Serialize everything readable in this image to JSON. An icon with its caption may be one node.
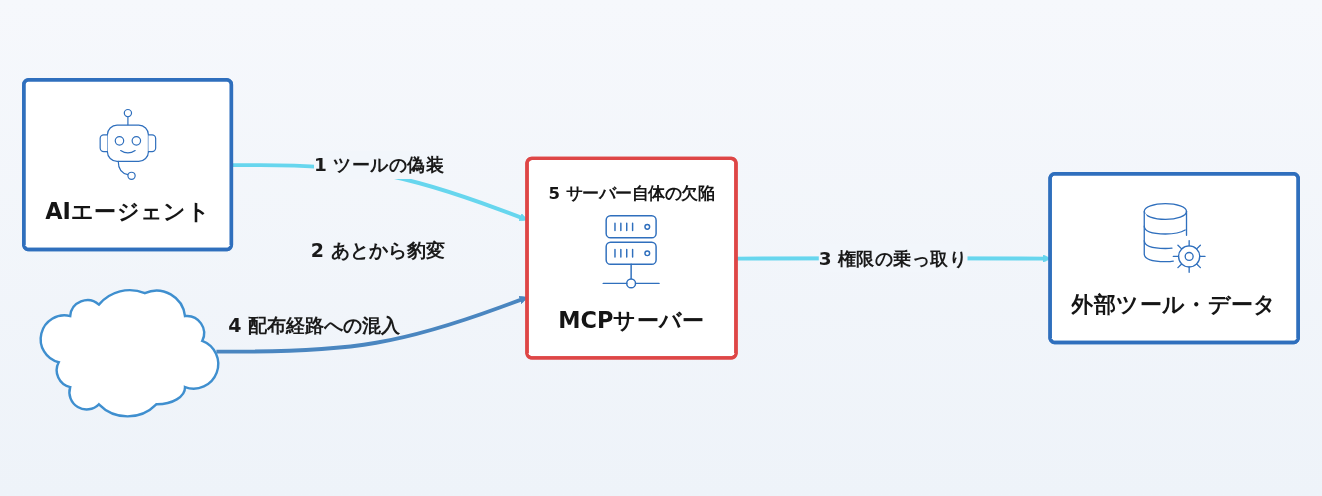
{
  "diagram": {
    "nodes": [
      {
        "text": [],
        "shape": "cloud",
        "beside": [
          "4 配布経路への混入"
        ]
      },
      {
        "text": [
          "AIエージェント"
        ]
      },
      {
        "text": [
          "5 サーバー自体の欠陥",
          "MCPサーバー"
        ]
      },
      {
        "text": [
          "外部ツール・データ"
        ]
      }
    ],
    "edges": [
      {
        "from": 1,
        "to": 2,
        "arrow": "to",
        "label": "1 ツールの偽装"
      },
      {
        "from": 2,
        "to": 3,
        "arrow": "to",
        "label": "3 権限の乗っ取り"
      },
      {
        "from": 0,
        "to": 2,
        "arrow": "to",
        "color": "#4a86c0"
      }
    ],
    "labels": [
      "2 あとから豹変"
    ]
  }
}
